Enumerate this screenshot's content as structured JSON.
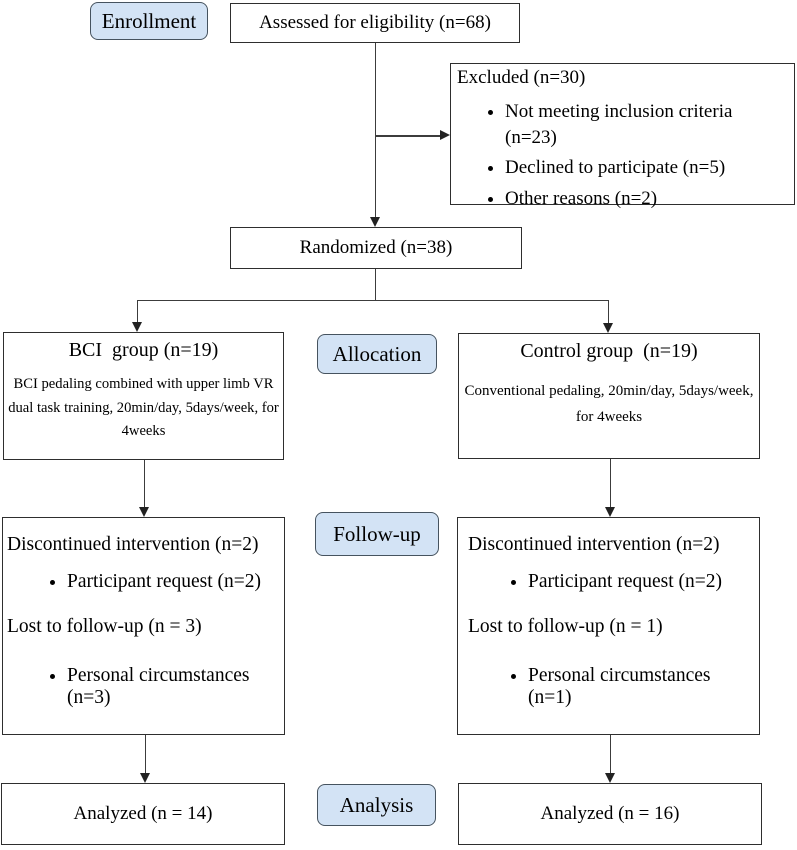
{
  "flowchart": {
    "stages": {
      "enrollment": "Enrollment",
      "allocation": "Allocation",
      "followup": "Follow-up",
      "analysis": "Analysis"
    },
    "assessed": {
      "label": "Assessed for eligibility (n=68)"
    },
    "excluded": {
      "title": "Excluded (n=30)",
      "items": [
        "Not meeting inclusion criteria (n=23)",
        "Declined to participate (n=5)",
        "Other reasons (n=2)"
      ]
    },
    "randomized": {
      "label": "Randomized (n=38)"
    },
    "bci_group": {
      "title": "BCI  group (n=19)",
      "description": "BCI pedaling combined with upper limb VR dual task training, 20min/day, 5days/week, for 4weeks"
    },
    "control_group": {
      "title": "Control group  (n=19)",
      "description": "Conventional pedaling, 20min/day, 5days/week, for 4weeks"
    },
    "followup_bci": {
      "discontinued": "Discontinued intervention (n=2)",
      "discontinued_reason": "Participant request (n=2)",
      "lost": "Lost to follow-up (n = 3)",
      "lost_reason": "Personal circumstances (n=3)"
    },
    "followup_control": {
      "discontinued": "Discontinued intervention (n=2)",
      "discontinued_reason": "Participant request (n=2)",
      "lost": "Lost to follow-up (n = 1)",
      "lost_reason": "Personal circumstances (n=1)"
    },
    "analyzed_bci": {
      "label": "Analyzed (n = 14)"
    },
    "analyzed_control": {
      "label": "Analyzed (n = 16)"
    },
    "colors": {
      "stage_fill": "#d3e3f5",
      "stage_border": "#46535f",
      "box_border": "#2e2e2e",
      "line": "#3c3c3c",
      "text": "#000000",
      "background": "#ffffff"
    }
  }
}
